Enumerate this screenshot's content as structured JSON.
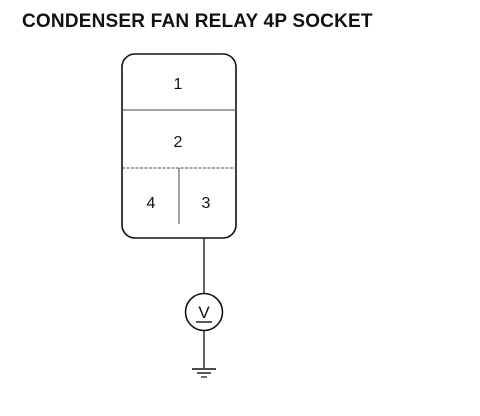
{
  "title": "CONDENSER FAN RELAY 4P SOCKET",
  "socket": {
    "terminals": [
      "1",
      "2",
      "4",
      "3"
    ]
  },
  "meter": {
    "symbol": "V"
  },
  "icons": {
    "meter": "voltmeter-icon",
    "ground": "ground-symbol-icon"
  }
}
